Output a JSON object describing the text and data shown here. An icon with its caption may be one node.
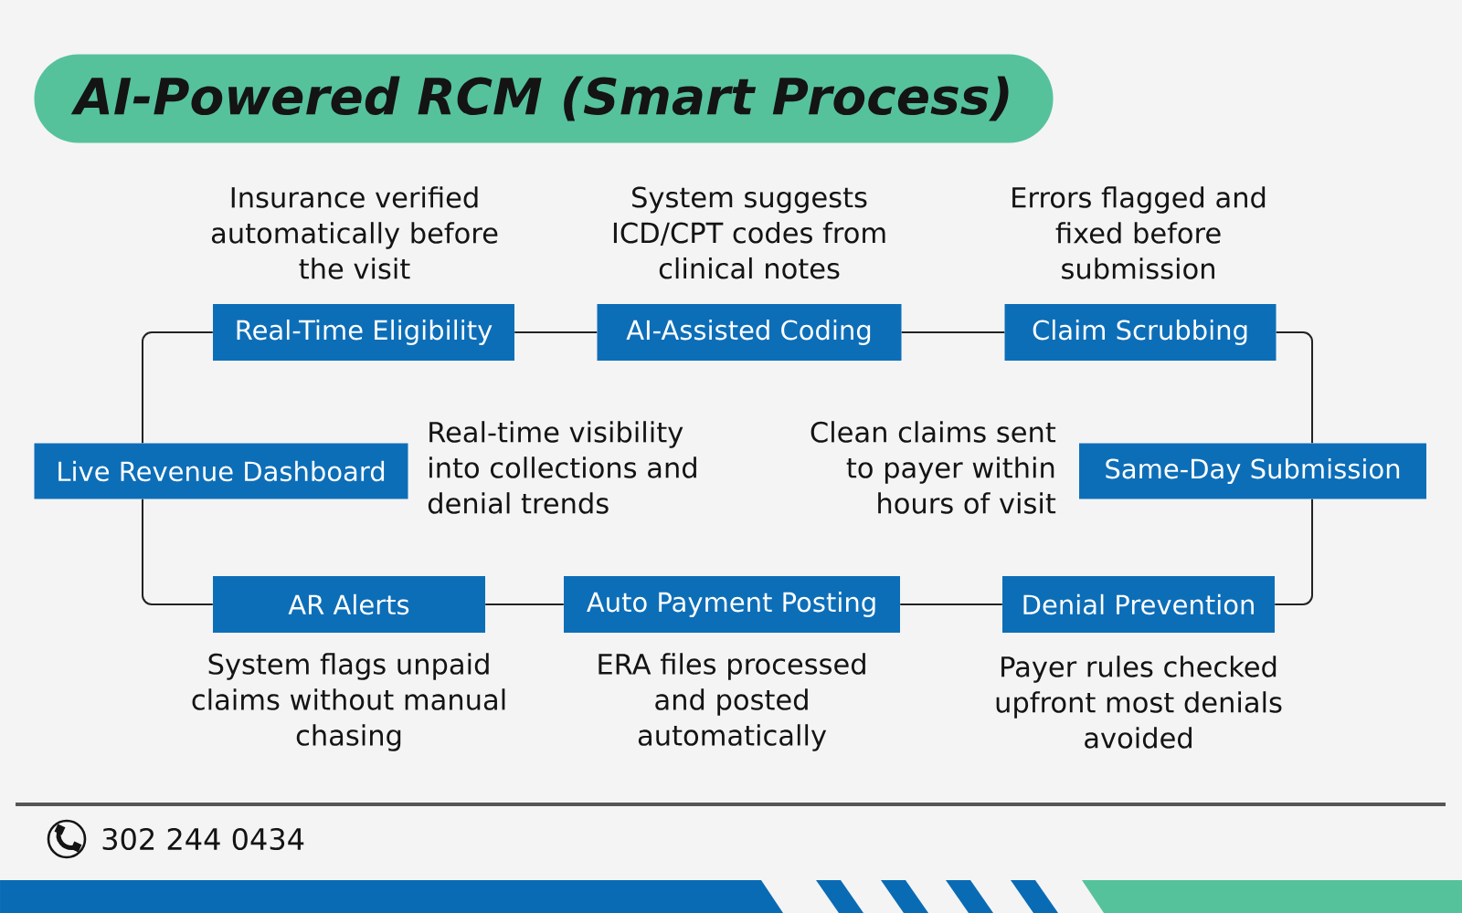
{
  "diagram": {
    "title": "AI-Powered RCM (Smart Process)",
    "nodes": [
      {
        "text": [
          "Real-Time Eligibility"
        ],
        "beside": [
          "Insurance verified automatically before the visit"
        ]
      },
      {
        "text": [
          "AI-Assisted Coding"
        ],
        "beside": [
          "System suggests ICD/CPT codes from clinical notes"
        ]
      },
      {
        "text": [
          "Claim Scrubbing"
        ],
        "beside": [
          "Errors flagged and fixed before submission"
        ]
      },
      {
        "text": [
          "Same-Day Submission"
        ],
        "beside": [
          "Clean claims sent to payer within hours of visit"
        ]
      },
      {
        "text": [
          "Denial Prevention"
        ],
        "beside": [
          "Payer rules checked upfront most denials avoided"
        ]
      },
      {
        "text": [
          "Auto Payment Posting"
        ],
        "beside": [
          "ERA files processed and posted automatically"
        ]
      },
      {
        "text": [
          "AR Alerts"
        ],
        "beside": [
          "System flags unpaid claims without manual chasing"
        ]
      },
      {
        "text": [
          "Live Revenue Dashboard"
        ],
        "beside": [
          "Real-time visibility into collections and denial trends"
        ]
      }
    ],
    "edges": [
      {
        "from": 0,
        "to": 1,
        "arrow": "none"
      },
      {
        "from": 1,
        "to": 2,
        "arrow": "none"
      },
      {
        "from": 2,
        "to": 3,
        "arrow": "none"
      },
      {
        "from": 3,
        "to": 4,
        "arrow": "none"
      },
      {
        "from": 4,
        "to": 5,
        "arrow": "none"
      },
      {
        "from": 5,
        "to": 6,
        "arrow": "none"
      },
      {
        "from": 6,
        "to": 7,
        "arrow": "none"
      },
      {
        "from": 7,
        "to": 0,
        "arrow": "none"
      }
    ],
    "labels": [
      "302 244 0434"
    ]
  }
}
